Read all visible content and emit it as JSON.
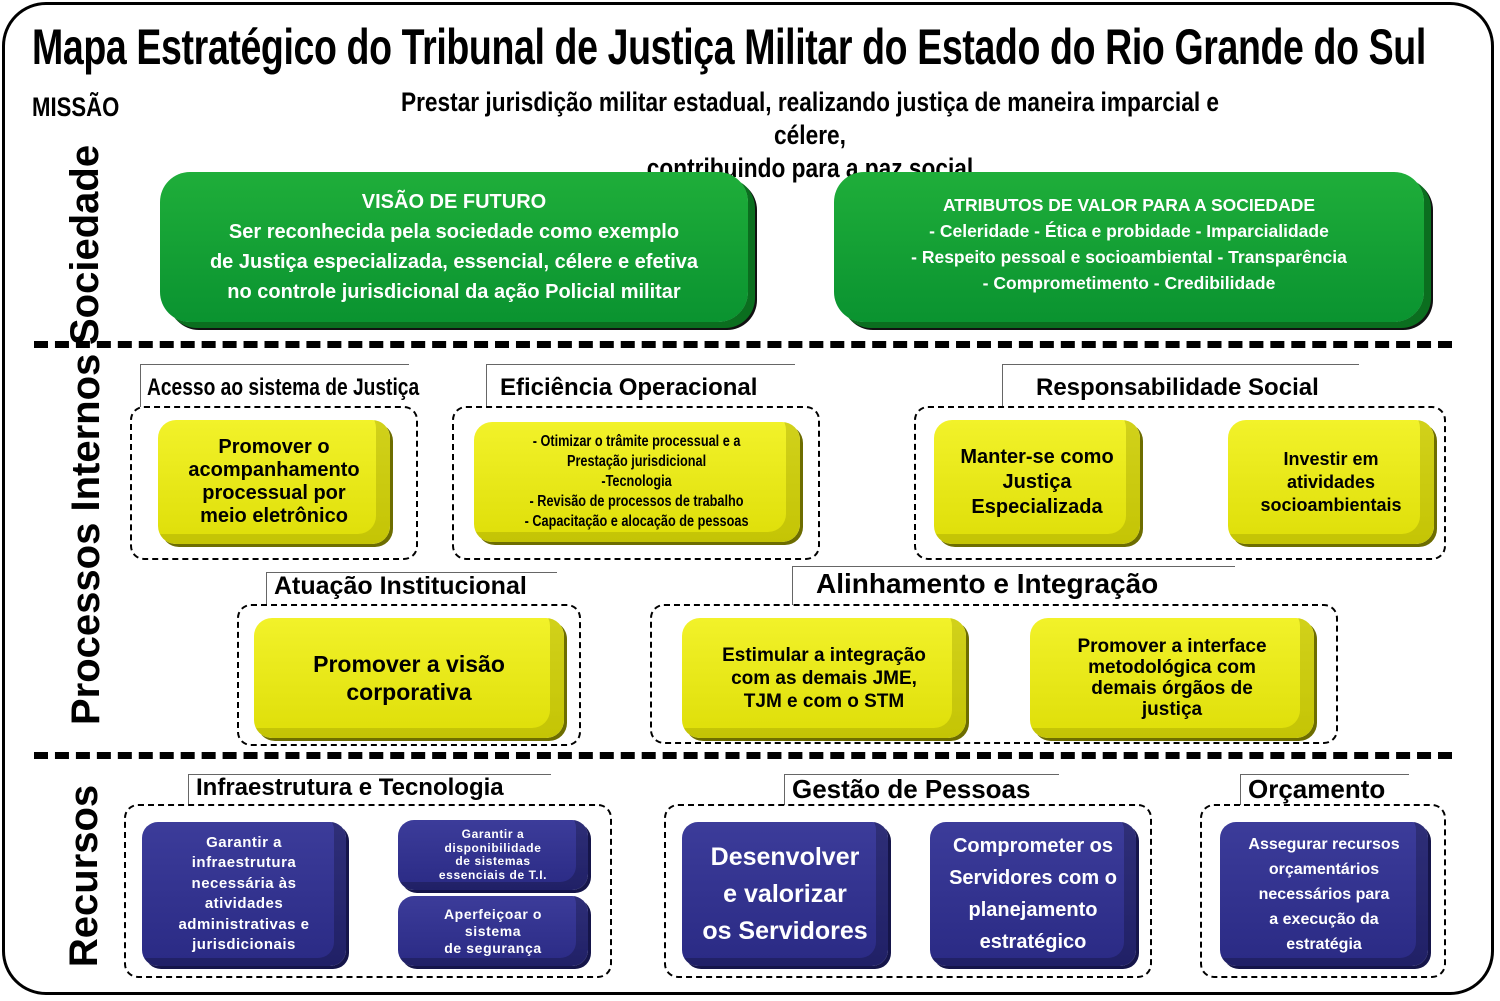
{
  "title": "Mapa  Estratégico do Tribunal de Justiça Militar do Estado do Rio Grande do Sul",
  "missao": {
    "label": "MISSÃO",
    "lines": [
      "Prestar jurisdição militar estadual, realizando justiça de maneira imparcial e célere,",
      "contribuindo para a paz social"
    ]
  },
  "perspectives": {
    "sociedade": "Sociedade",
    "processos": "Processos Internos",
    "recursos": "Recursos"
  },
  "sociedade": {
    "visao": {
      "heading": "VISÃO DE FUTURO",
      "lines": [
        "Ser reconhecida pela sociedade como exemplo",
        "de Justiça especializada, essencial, célere e efetiva",
        "no controle jurisdicional da ação Policial militar"
      ]
    },
    "atributos": {
      "heading": "ATRIBUTOS DE VALOR PARA A SOCIEDADE",
      "lines": [
        "- Celeridade - Ética e probidade - Imparcialidade",
        "- Respeito pessoal e socioambiental - Transparência",
        "- Comprometimento - Credibilidade"
      ]
    }
  },
  "processos": {
    "acesso": {
      "title": "Acesso ao sistema de Justiça",
      "box": [
        "Promover o",
        "acompanhamento",
        "processual por",
        "meio eletrônico"
      ]
    },
    "eficiencia": {
      "title": "Eficiência Operacional",
      "box": [
        "- Otimizar o trâmite processual e a",
        "Prestação jurisdicional",
        "-Tecnologia",
        "- Revisão de processos de trabalho",
        "- Capacitação e alocação de pessoas"
      ]
    },
    "responsabilidade": {
      "title": "Responsabilidade Social",
      "box1": [
        "Manter-se como",
        "Justiça",
        "Especializada"
      ],
      "box2": [
        "Investir em",
        "atividades",
        "socioambientais"
      ]
    },
    "atuacao": {
      "title": "Atuação Institucional",
      "box": [
        "Promover a visão",
        "corporativa"
      ]
    },
    "alinhamento": {
      "title": "Alinhamento e Integração",
      "box1": [
        "Estimular a integração",
        "com as demais JME,",
        "TJM e com o STM"
      ],
      "box2": [
        "Promover a interface",
        "metodológica com",
        "demais órgãos de",
        "justiça"
      ]
    }
  },
  "recursos": {
    "infra": {
      "title": "Infraestrutura e Tecnologia",
      "box1": [
        "Garantir a",
        "infraestrutura",
        "necessária às",
        "atividades",
        "administrativas e",
        "jurisdicionais"
      ],
      "box2": [
        "Garantir a",
        "disponibilidade",
        "de sistemas",
        "essenciais de T.I."
      ],
      "box3": [
        "Aperfeiçoar o",
        "sistema",
        "de segurança"
      ]
    },
    "pessoas": {
      "title": "Gestão de Pessoas",
      "box1": [
        "Desenvolver",
        "e valorizar",
        "os Servidores"
      ],
      "box2": [
        "Comprometer os",
        "Servidores com o",
        "planejamento",
        "estratégico"
      ]
    },
    "orcamento": {
      "title": "Orçamento",
      "box": [
        "Assegurar recursos",
        "orçamentários",
        "necessários para",
        "a execução da",
        "estratégia"
      ]
    }
  },
  "colors": {
    "green": "#10a035",
    "yellow": "#eeee1a",
    "blue": "#33338f"
  }
}
